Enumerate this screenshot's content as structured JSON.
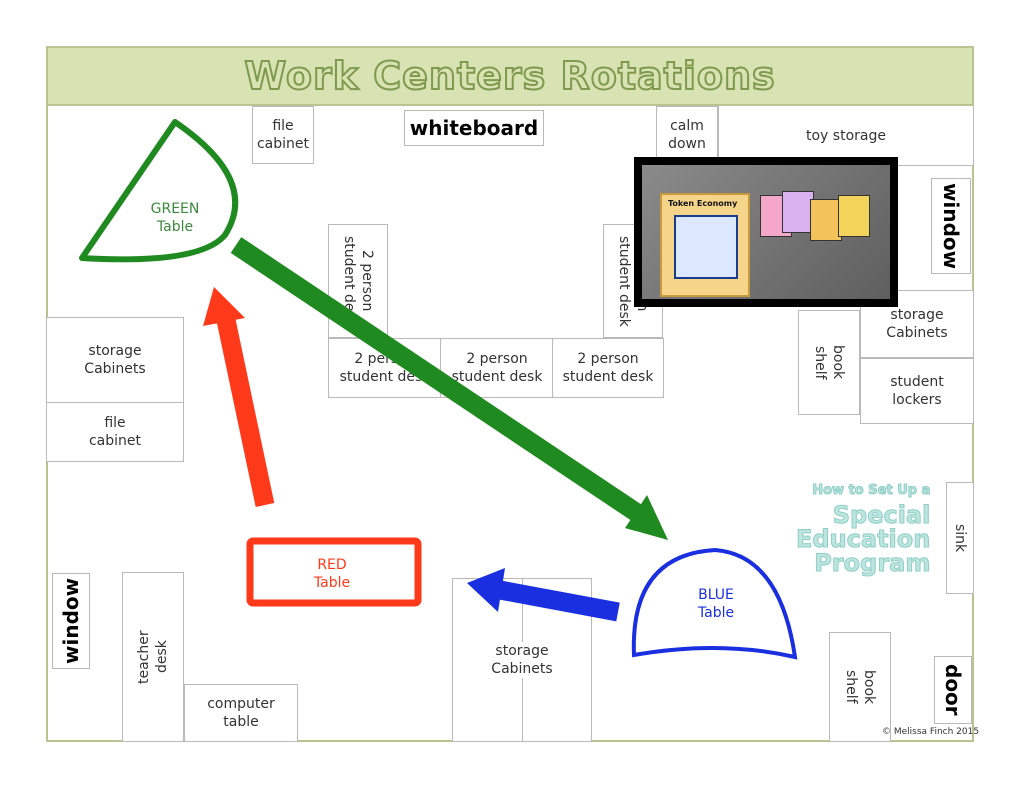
{
  "title": "Work Centers Rotations",
  "furniture": {
    "file_cabinet_top": "file\ncabinet",
    "whiteboard": "whiteboard",
    "calm_down": "calm\ndown\narea",
    "toy_storage": "toy storage",
    "window_right": "window",
    "desk_vertical_left": "2 person\nstudent desk",
    "desk_vertical_right": "2 person\nstudent desk",
    "desk_h1": "2 person\nstudent desk",
    "desk_h2": "2 person\nstudent desk",
    "desk_h3": "2 person\nstudent desk",
    "storage_left": "storage\nCabinets",
    "file_cabinet_left": "file\ncabinet",
    "storage_right": "storage\nCabinets",
    "book_shelf_right": "book\nshelf",
    "student_lockers": "student\nlockers",
    "sink": "sink",
    "window_left": "window",
    "teacher_desk": "teacher\ndesk",
    "computer_table": "computer\ntable",
    "storage_bottom": "storage\nCabinets",
    "book_shelf_bottom": "book\nshelf",
    "door": "door"
  },
  "tables": {
    "green": "GREEN\nTable",
    "red": "RED\nTable",
    "blue": "BLUE\nTable"
  },
  "photo": {
    "card_label": "Token Economy"
  },
  "logo": {
    "line1": "How to Set Up a",
    "line2": "Special",
    "line3": "Education",
    "line4": "Program"
  },
  "copyright": "© Melissa Finch 2015",
  "colors": {
    "green": "#1f8a1f",
    "red": "#ff3a1a",
    "blue": "#1a2fe0",
    "title_fill": "#d8e2b3"
  }
}
